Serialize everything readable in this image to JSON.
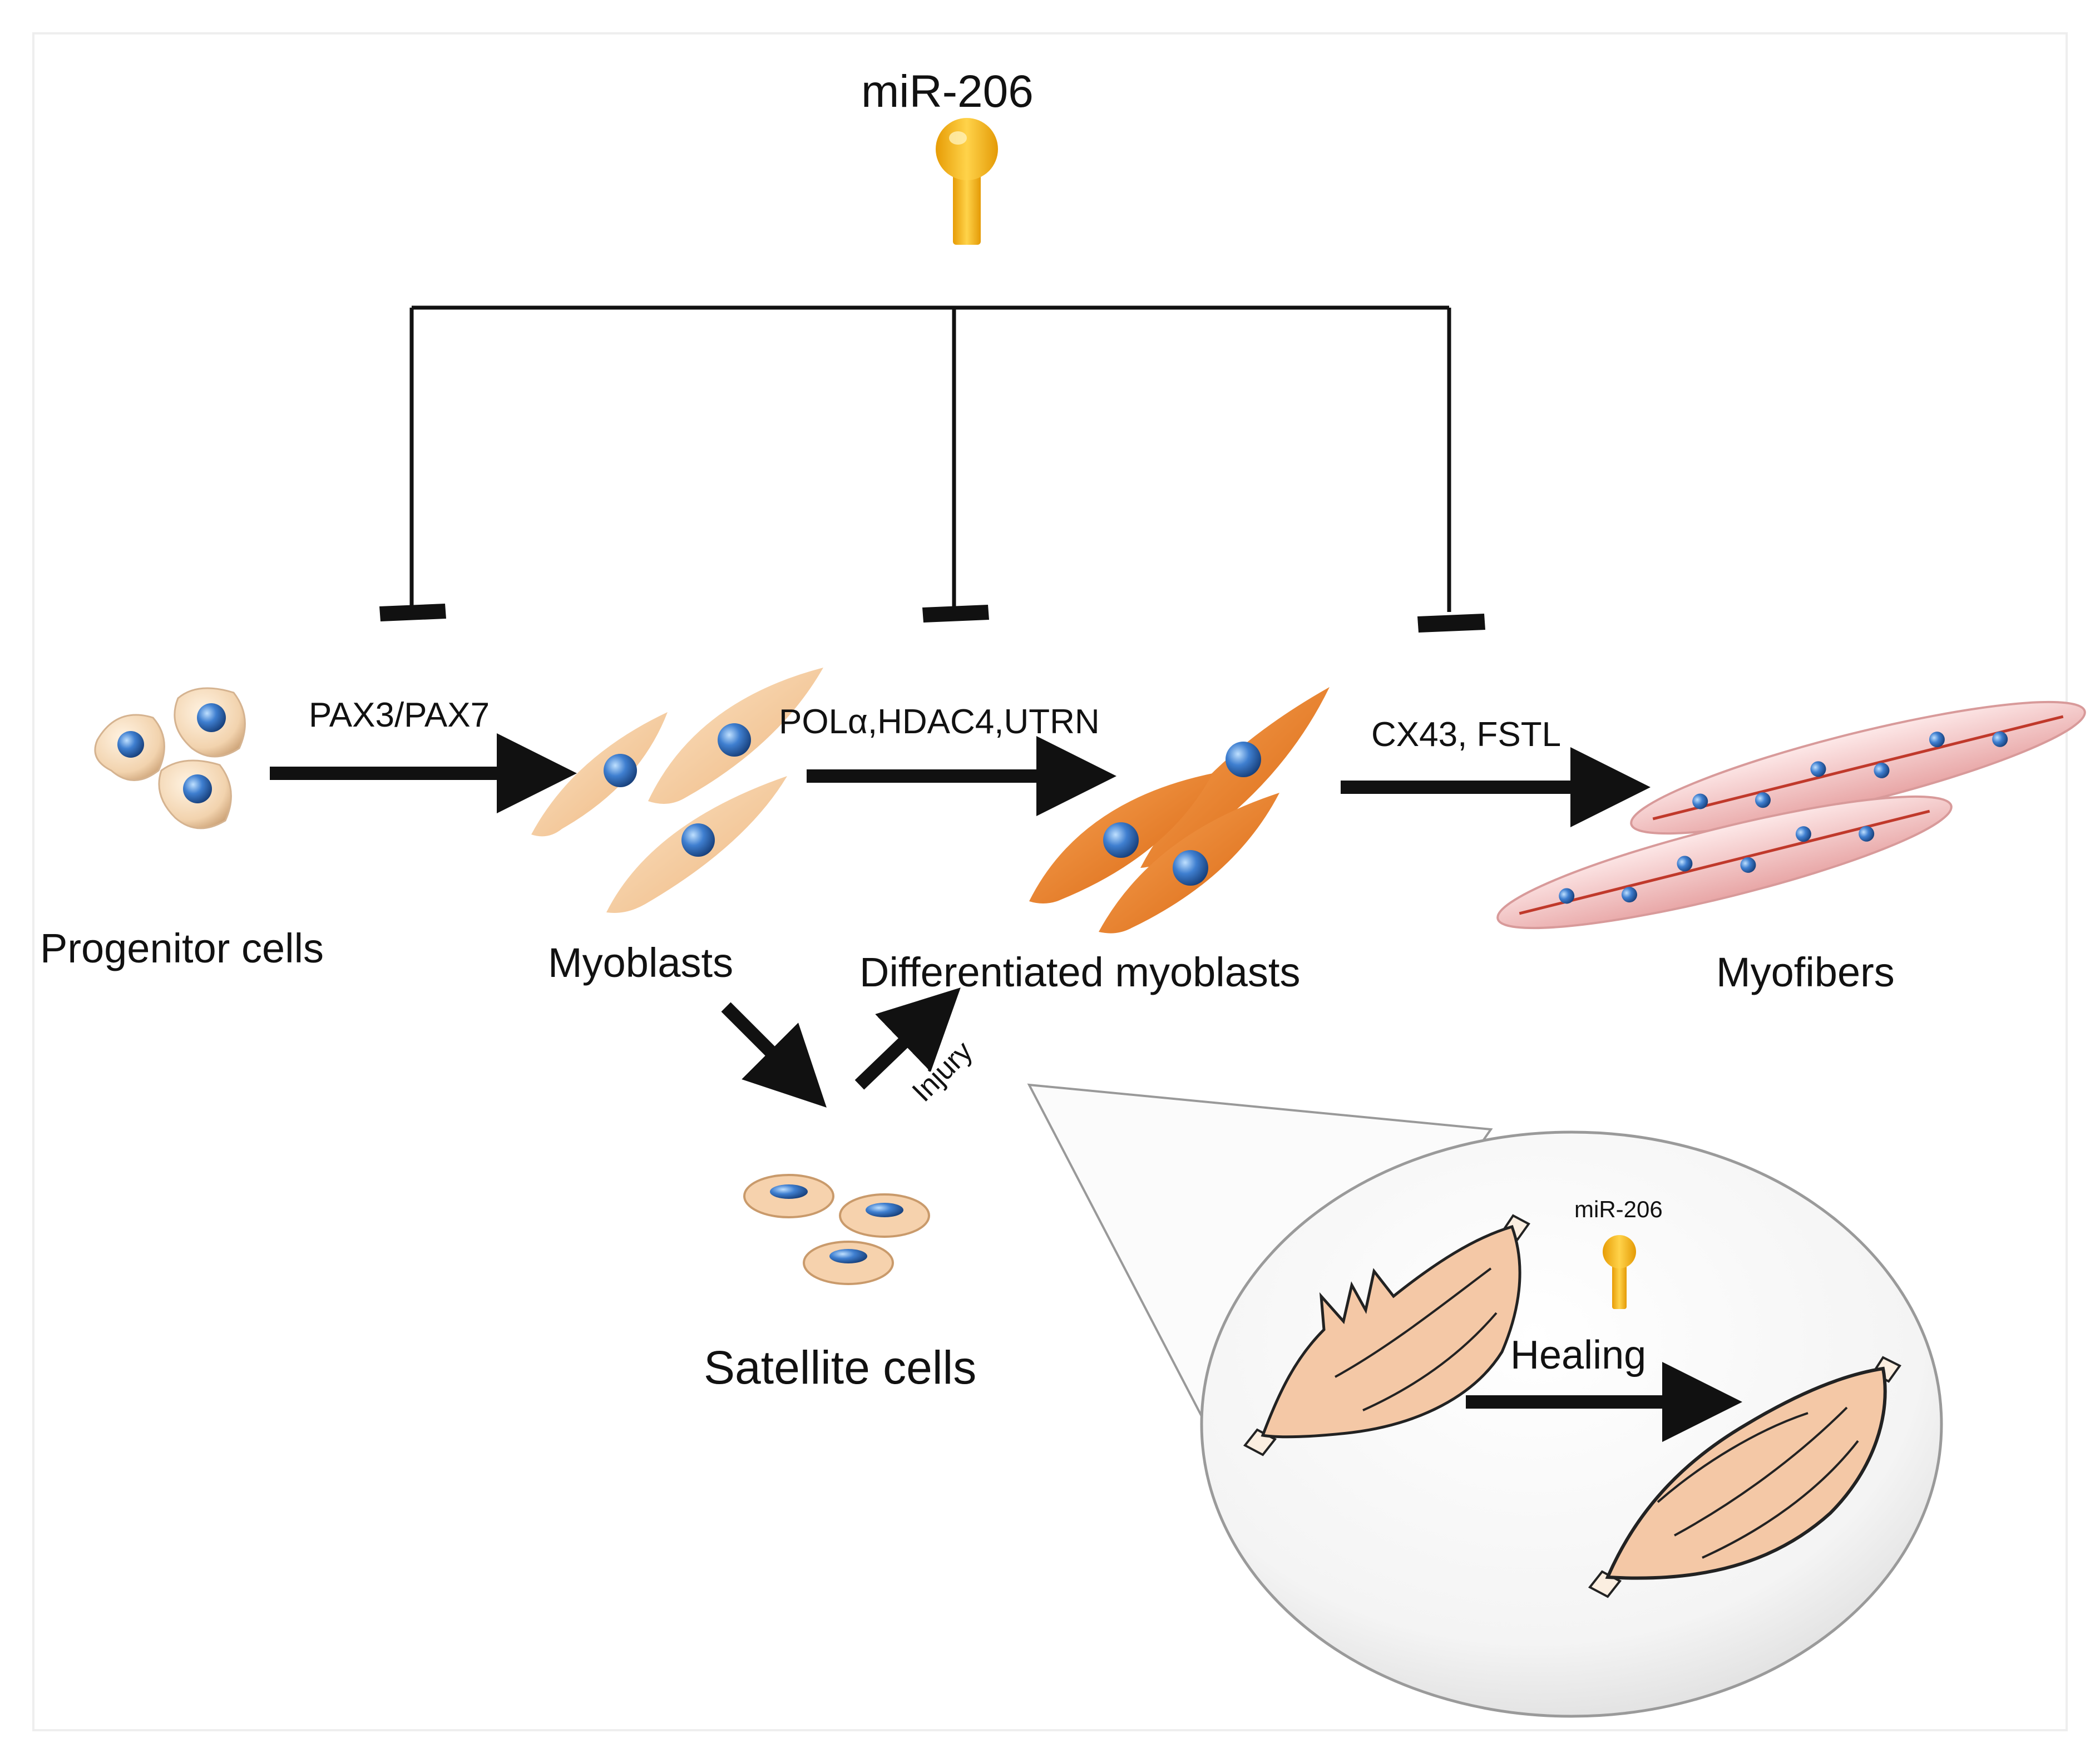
{
  "title": "miR-206",
  "genes": {
    "step1": "PAX3/PAX7",
    "step2": "POLα,HDAC4,UTRN",
    "step3": "CX43, FSTL"
  },
  "stages": {
    "progenitor": "Progenitor cells",
    "myoblasts": "Myoblasts",
    "differentiated": "Differentiated myoblasts",
    "myofibers": "Myofibers",
    "satellite": "Satellite cells"
  },
  "injury": "Injury",
  "inset": {
    "mirna": "miR-206",
    "healing": "Healing"
  },
  "colors": {
    "mirna": "#f2b10e",
    "nucleus": "#3f7fd0",
    "myoblast": "#f4c89a",
    "differentiated": "#ee7f22",
    "myofiber": "#f3c4c4",
    "muscle": "#f4c8a6",
    "arrow": "#111111"
  }
}
